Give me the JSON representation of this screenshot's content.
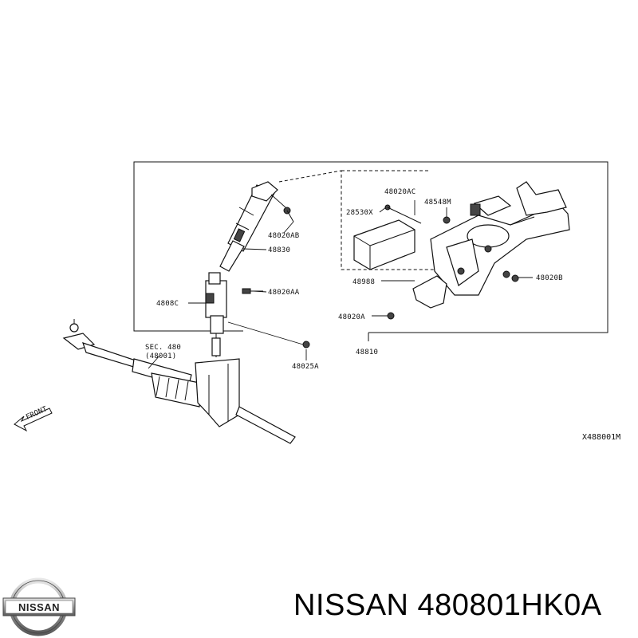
{
  "diagram": {
    "labels": {
      "p48020AC": "48020AC",
      "p48548M": "48548M",
      "p28530X": "28530X",
      "p48020AB": "48020AB",
      "p48830": "48830",
      "p48080": "4808C",
      "p48020AA": "48020AA",
      "p48988": "48988",
      "p48020B": "48020B",
      "p48020A": "48020A",
      "p48025A": "48025A",
      "p48810": "48810",
      "sec_line1": "SEC. 480",
      "sec_line2": "(48001)",
      "front": "FRONT",
      "drawing_ref": "X488001M"
    }
  },
  "footer": {
    "brand": "NISSAN",
    "title": "NISSAN 480801HK0A"
  }
}
